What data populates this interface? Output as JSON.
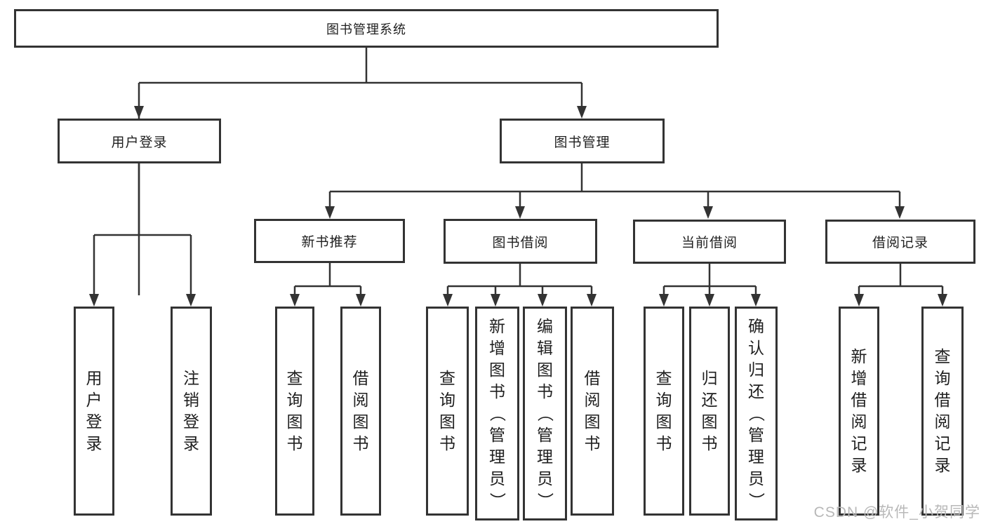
{
  "colors": {
    "line": "#333333",
    "text": "#1f1f1f",
    "watermark": "#b8b8b8",
    "bg": "#ffffff"
  },
  "tree": {
    "root": {
      "label": "图书管理系统"
    },
    "level2": [
      {
        "label": "用户登录",
        "leaves": [
          "用户登录",
          "注销登录"
        ]
      },
      {
        "label": "图书管理",
        "groups": [
          {
            "label": "新书推荐",
            "leaves": [
              "查询图书",
              "借阅图书"
            ]
          },
          {
            "label": "图书借阅",
            "leaves": [
              "查询图书",
              "新增图书（管理员）",
              "编辑图书（管理员）",
              "借阅图书"
            ]
          },
          {
            "label": "当前借阅",
            "leaves": [
              "查询图书",
              "归还图书",
              "确认归还（管理员）"
            ]
          },
          {
            "label": "借阅记录",
            "leaves": [
              "新增借阅记录",
              "查询借阅记录"
            ]
          }
        ]
      }
    ]
  },
  "watermark": {
    "text": "CSDN @软件_小贺同学"
  }
}
